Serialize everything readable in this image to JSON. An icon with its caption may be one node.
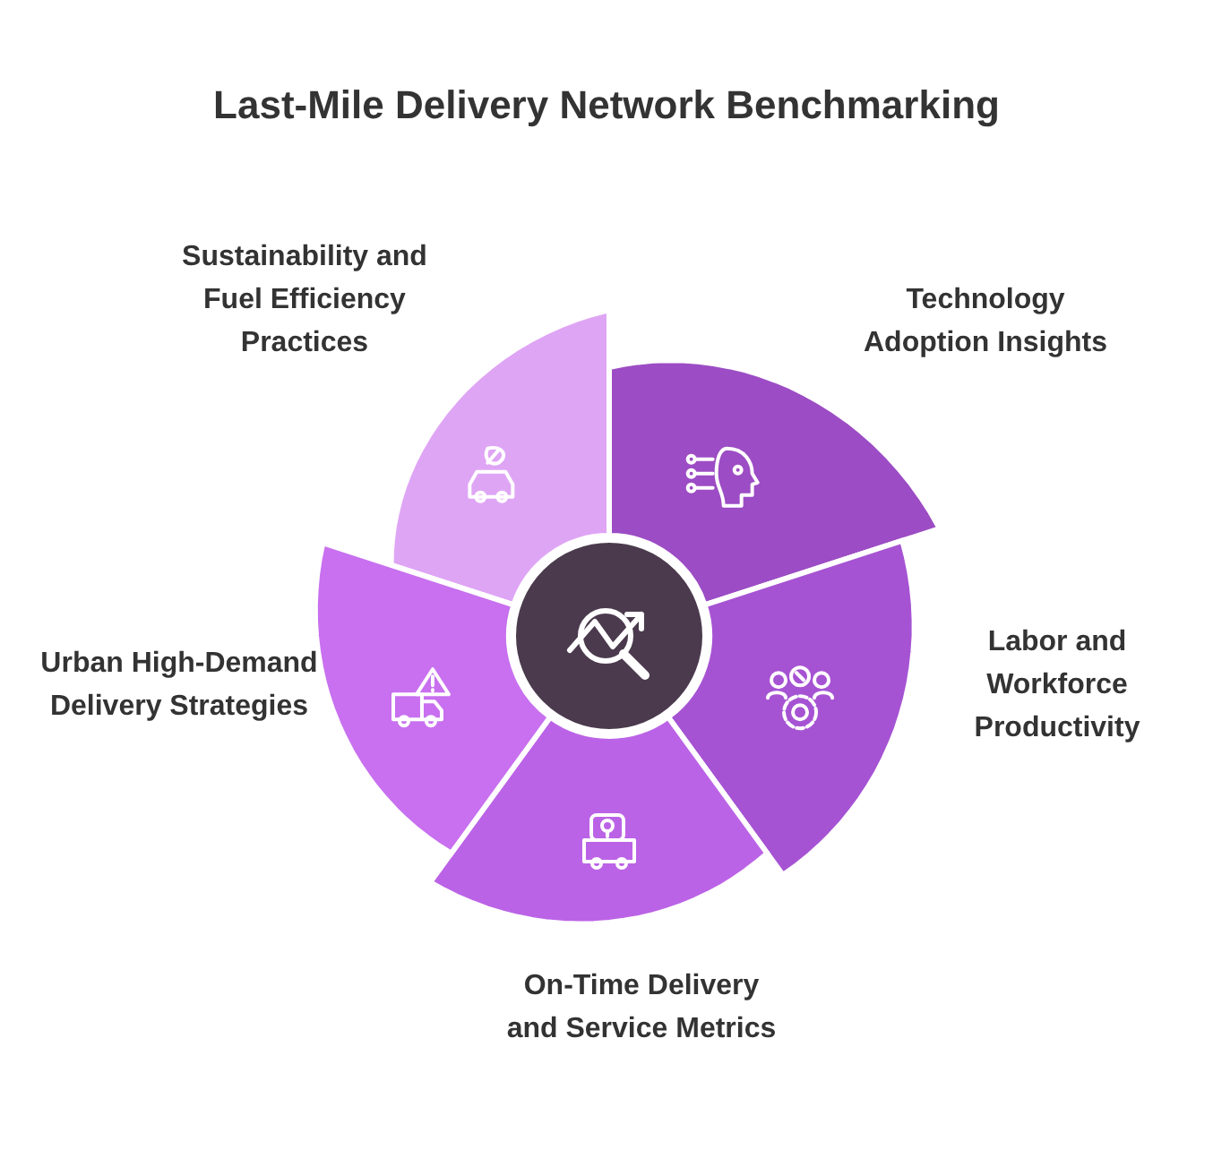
{
  "diagram": {
    "title": "Last-Mile Delivery Network Benchmarking",
    "nodes": [
      {
        "text": [],
        "shape": "circle"
      },
      {
        "text": [
          "Sustainability and Fuel Efficiency Practices"
        ]
      },
      {
        "text": [
          "Technology Adoption Insights"
        ]
      },
      {
        "text": [
          "Labor and Workforce Productivity"
        ]
      },
      {
        "text": [
          "On-Time Delivery and Service Metrics"
        ]
      },
      {
        "text": [
          "Urban High-Demand Delivery Strategies"
        ]
      }
    ]
  }
}
